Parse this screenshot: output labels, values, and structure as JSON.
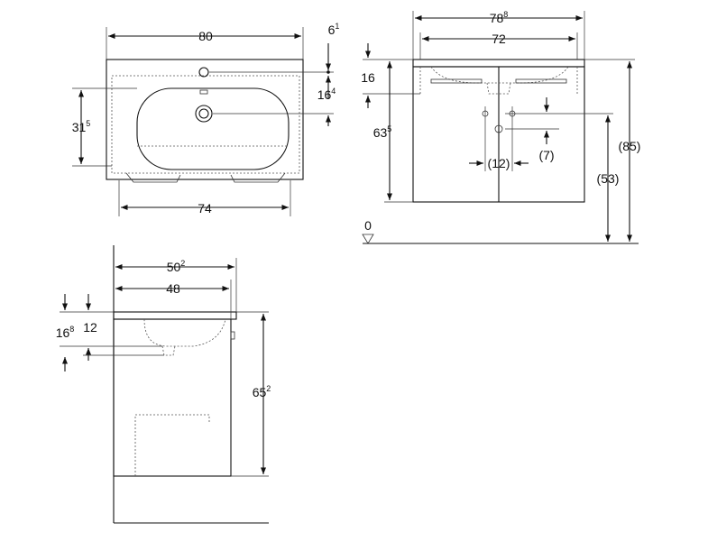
{
  "top_view": {
    "width_overall": {
      "main": "80",
      "sup": ""
    },
    "tap_offset": {
      "main": "6",
      "sup": "1"
    },
    "drain_offset": {
      "main": "16",
      "sup": "4"
    },
    "bowl_depth": {
      "main": "31",
      "sup": "5"
    },
    "inner_width": {
      "main": "74",
      "sup": ""
    }
  },
  "front_view": {
    "width_overall": {
      "main": "78",
      "sup": "8"
    },
    "width_cabinet": {
      "main": "72",
      "sup": ""
    },
    "top_thickness": {
      "main": "16",
      "sup": ""
    },
    "cabinet_height": {
      "main": "63",
      "sup": "5"
    },
    "spacing": {
      "main": "(12)",
      "sup": ""
    },
    "pipe_offset": {
      "main": "(7)",
      "sup": ""
    },
    "height_53": {
      "main": "(53)",
      "sup": ""
    },
    "height_85": {
      "main": "(85)",
      "sup": ""
    },
    "floor_level": {
      "main": "0",
      "sup": ""
    }
  },
  "side_view": {
    "depth_overall": {
      "main": "50",
      "sup": "2"
    },
    "depth_cabinet": {
      "main": "48",
      "sup": ""
    },
    "top_16_8": {
      "main": "16",
      "sup": "8"
    },
    "top_12": {
      "main": "12",
      "sup": ""
    },
    "height_65_2": {
      "main": "65",
      "sup": "2"
    }
  }
}
